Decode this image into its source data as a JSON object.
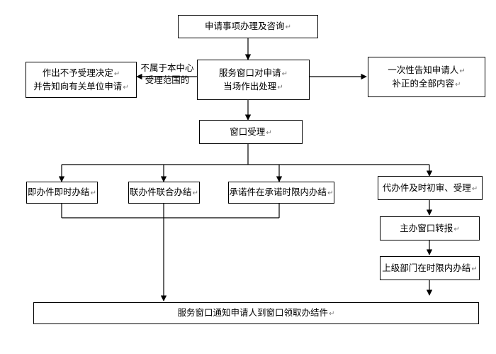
{
  "paragraph_mark": "↵",
  "nodes": {
    "apply": {
      "lines": [
        "申请事项办理及咨询"
      ]
    },
    "window_review": {
      "lines": [
        "服务窗口对申请",
        "当场作出处理"
      ]
    },
    "reject": {
      "lines": [
        "作出不予受理决定",
        "并告知向有关单位申请"
      ]
    },
    "notify_supplement": {
      "lines": [
        "一次性告知申请人",
        "补正的全部内容"
      ]
    },
    "accept": {
      "lines": [
        "窗口受理"
      ]
    },
    "immediate": {
      "lines": [
        "即办件即时办结"
      ]
    },
    "joint": {
      "lines": [
        "联办件联合办结"
      ]
    },
    "promised": {
      "lines": [
        "承诺件在承诺时限内办结"
      ]
    },
    "proxy": {
      "lines": [
        "代办件及时初审、受理"
      ]
    },
    "main_office": {
      "lines": [
        "主办窗口转报"
      ]
    },
    "superior": {
      "lines": [
        "上级部门在时限内办结"
      ]
    },
    "final": {
      "lines": [
        "服务窗口通知申请人到窗口领取办结件"
      ]
    }
  },
  "edge_labels": {
    "out_of_scope": {
      "lines": [
        "不属于本中心",
        "受理范围的"
      ]
    }
  }
}
